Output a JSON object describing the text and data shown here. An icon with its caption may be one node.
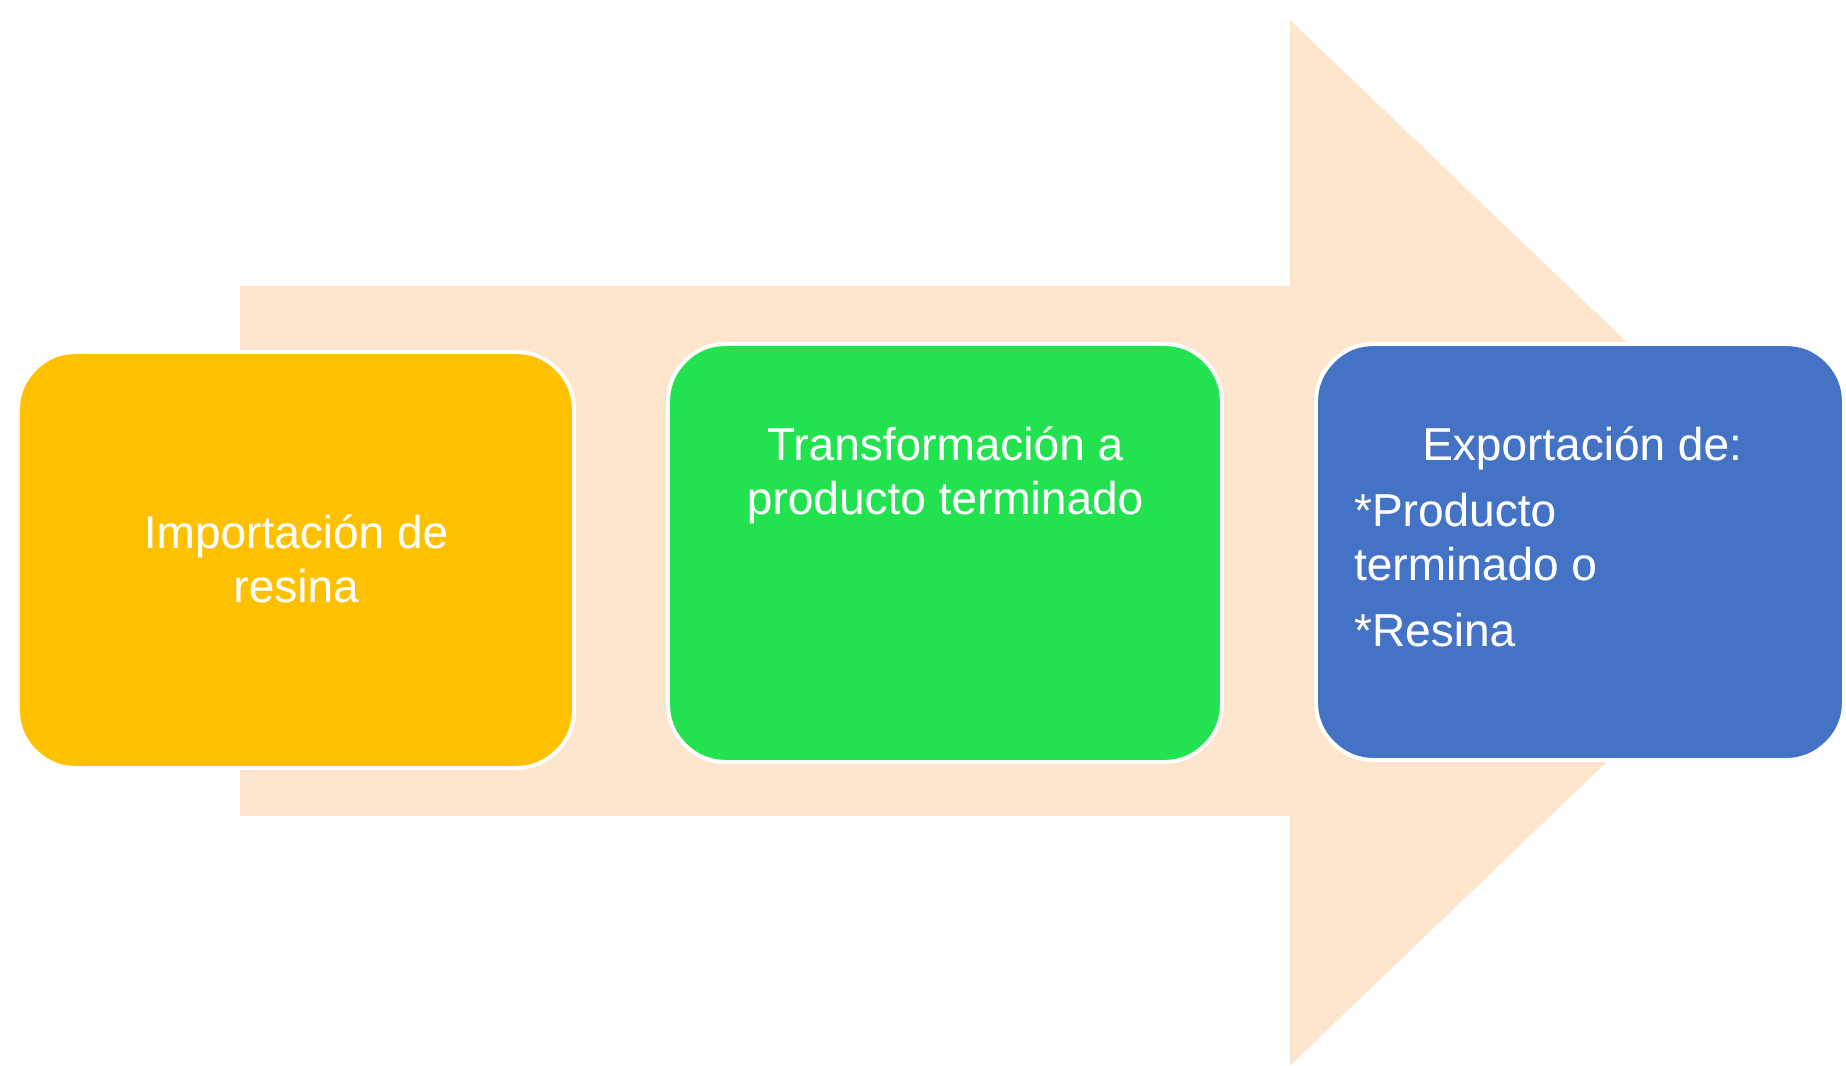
{
  "diagram": {
    "nodes": [
      {
        "text": [
          "Importación de resina"
        ]
      },
      {
        "text": [
          "Transformación a producto terminado"
        ]
      },
      {
        "text": [
          "Exportación de:",
          "*Producto terminado o",
          "*Resina"
        ]
      }
    ],
    "edges": [
      {
        "from": 0,
        "to": 2,
        "arrow": "to"
      }
    ]
  }
}
